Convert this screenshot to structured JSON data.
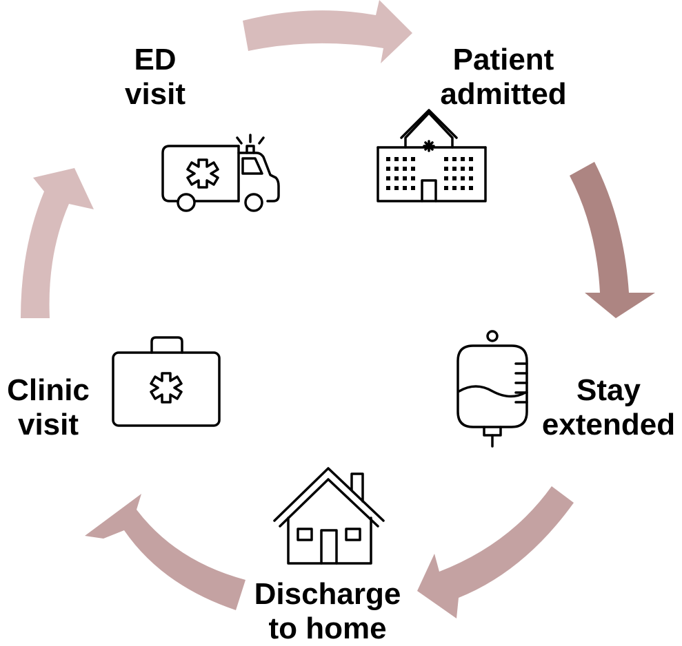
{
  "diagram": {
    "colors": {
      "arrow_light": "#d8bcbc",
      "arrow_mid": "#c4a2a2",
      "arrow_dark": "#ad8582",
      "icon_stroke": "#000000",
      "text": "#000000"
    },
    "nodes": [
      {
        "id": "ed-visit",
        "line1": "ED",
        "line2": "visit",
        "icon": "ambulance-icon"
      },
      {
        "id": "patient-admitted",
        "line1": "Patient",
        "line2": "admitted",
        "icon": "hospital-icon"
      },
      {
        "id": "stay-extended",
        "line1": "Stay",
        "line2": "extended",
        "icon": "iv-bag-icon"
      },
      {
        "id": "discharge-to-home",
        "line1": "Discharge",
        "line2": "to home",
        "icon": "house-icon"
      },
      {
        "id": "clinic-visit",
        "line1": "Clinic",
        "line2": "visit",
        "icon": "medical-kit-icon"
      }
    ],
    "edges": [
      {
        "from": "ed-visit",
        "to": "patient-admitted"
      },
      {
        "from": "patient-admitted",
        "to": "stay-extended"
      },
      {
        "from": "stay-extended",
        "to": "discharge-to-home"
      },
      {
        "from": "discharge-to-home",
        "to": "clinic-visit"
      },
      {
        "from": "clinic-visit",
        "to": "ed-visit"
      }
    ]
  }
}
